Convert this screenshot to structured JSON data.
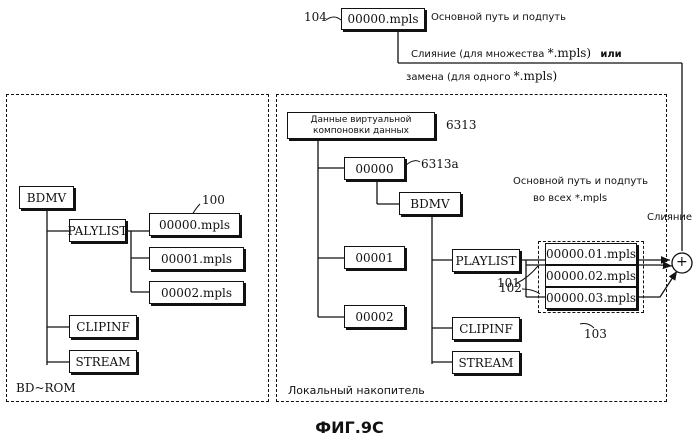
{
  "top": {
    "ref": "104",
    "file": "00000.mpls",
    "desc": "Основной путь и подпуть",
    "merge_prefix": "Слияние (для множества",
    "merge_suffix": "*.mpls)",
    "merge_or": "или",
    "replace_prefix": "замена",
    "replace_paren": "(для одного",
    "replace_suffix": "*.mpls)"
  },
  "left_panel": {
    "label": "BD~ROM",
    "bdmv": "BDMV",
    "playlist": "PALYLIST",
    "ref": "100",
    "files": [
      "00000.mpls",
      "00001.mpls",
      "00002.mpls"
    ],
    "clipinf": "CLIPINF",
    "stream": "STREAM"
  },
  "right_panel": {
    "label": "Локальный накопитель",
    "virtual": "Данные виртуальной компоновки данных",
    "virtual_ref": "6313",
    "dirs": [
      "00000",
      "00001",
      "00002"
    ],
    "dir_ref": "6313a",
    "bdmv": "BDMV",
    "playlist": "PLAYLIST",
    "group_title_1": "Основной путь и подпуть",
    "group_title_2": "во всех *.mpls",
    "files": [
      "00000.01.mpls",
      "00000.02.mpls",
      "00000.03.mpls"
    ],
    "file_refs": [
      "101",
      "102"
    ],
    "group_ref": "103",
    "clipinf": "CLIPINF",
    "stream": "STREAM",
    "merge_label": "Слияние",
    "merge_symbol": "+"
  },
  "caption": "ФИГ.9С"
}
